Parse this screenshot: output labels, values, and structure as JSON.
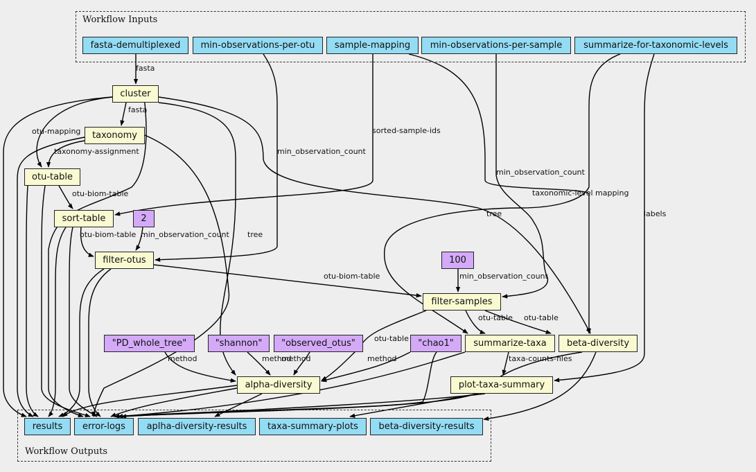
{
  "diagram": {
    "title": "Workflow",
    "clusters": {
      "inputs": {
        "label": "Workflow Inputs"
      },
      "outputs": {
        "label": "Workflow Outputs"
      }
    },
    "colors": {
      "io": "#94dcf4",
      "step": "#fafad2",
      "param": "#d4aaf8",
      "background": "#eeeeee",
      "edge": "#000000"
    },
    "nodes": [
      {
        "id": "fasta-demultiplexed",
        "label": "fasta-demultiplexed",
        "kind": "io"
      },
      {
        "id": "min-observations-per-otu",
        "label": "min-observations-per-otu",
        "kind": "io"
      },
      {
        "id": "sample-mapping",
        "label": "sample-mapping",
        "kind": "io"
      },
      {
        "id": "min-observations-per-sample",
        "label": "min-observations-per-sample",
        "kind": "io"
      },
      {
        "id": "summarize-for-taxonomic-levels",
        "label": "summarize-for-taxonomic-levels",
        "kind": "io"
      },
      {
        "id": "cluster",
        "label": "cluster",
        "kind": "step"
      },
      {
        "id": "taxonomy",
        "label": "taxonomy",
        "kind": "step"
      },
      {
        "id": "otu-table",
        "label": "otu-table",
        "kind": "step"
      },
      {
        "id": "sort-table",
        "label": "sort-table",
        "kind": "step"
      },
      {
        "id": "p-2",
        "label": "2",
        "kind": "param"
      },
      {
        "id": "filter-otus",
        "label": "filter-otus",
        "kind": "step"
      },
      {
        "id": "p-100",
        "label": "100",
        "kind": "param"
      },
      {
        "id": "filter-samples",
        "label": "filter-samples",
        "kind": "step"
      },
      {
        "id": "p-pd",
        "label": "\"PD_whole_tree\"",
        "kind": "param"
      },
      {
        "id": "p-shannon",
        "label": "\"shannon\"",
        "kind": "param"
      },
      {
        "id": "p-observed",
        "label": "\"observed_otus\"",
        "kind": "param"
      },
      {
        "id": "p-chao1",
        "label": "\"chao1\"",
        "kind": "param"
      },
      {
        "id": "summarize-taxa",
        "label": "summarize-taxa",
        "kind": "step"
      },
      {
        "id": "beta-diversity",
        "label": "beta-diversity",
        "kind": "step"
      },
      {
        "id": "alpha-diversity",
        "label": "alpha-diversity",
        "kind": "step"
      },
      {
        "id": "plot-taxa-summary",
        "label": "plot-taxa-summary",
        "kind": "step"
      },
      {
        "id": "results",
        "label": "results",
        "kind": "io"
      },
      {
        "id": "error-logs",
        "label": "error-logs",
        "kind": "io"
      },
      {
        "id": "aplha-diversity-results",
        "label": "aplha-diversity-results",
        "kind": "io"
      },
      {
        "id": "taxa-summary-plots",
        "label": "taxa-summary-plots",
        "kind": "io"
      },
      {
        "id": "beta-diversity-results",
        "label": "beta-diversity-results",
        "kind": "io"
      }
    ],
    "edges": [
      {
        "from": "fasta-demultiplexed",
        "to": "cluster",
        "label": "fasta"
      },
      {
        "from": "cluster",
        "to": "taxonomy",
        "label": "fasta"
      },
      {
        "from": "cluster",
        "to": "otu-table",
        "label": "otu-mapping"
      },
      {
        "from": "taxonomy",
        "to": "otu-table",
        "label": "taxonomy-assignment"
      },
      {
        "from": "otu-table",
        "to": "sort-table",
        "label": "otu-biom-table"
      },
      {
        "from": "sample-mapping",
        "to": "sort-table",
        "label": "sorted-sample-ids"
      },
      {
        "from": "sort-table",
        "to": "filter-otus",
        "label": "otu-biom-table"
      },
      {
        "from": "p-2",
        "to": "filter-otus",
        "label": "min_observation_count"
      },
      {
        "from": "min-observations-per-otu",
        "to": "filter-otus",
        "label": "min_observation_count"
      },
      {
        "from": "filter-otus",
        "to": "filter-samples",
        "label": "otu-biom-table"
      },
      {
        "from": "p-100",
        "to": "filter-samples",
        "label": "min_observation_count"
      },
      {
        "from": "min-observations-per-sample",
        "to": "filter-samples",
        "label": "min_observation_count"
      },
      {
        "from": "filter-samples",
        "to": "summarize-taxa",
        "label": "otu-table"
      },
      {
        "from": "filter-samples",
        "to": "beta-diversity",
        "label": "otu-table"
      },
      {
        "from": "filter-samples",
        "to": "alpha-diversity",
        "label": "otu-table"
      },
      {
        "from": "summarize-for-taxonomic-levels",
        "to": "summarize-taxa",
        "label": "taxonomic-level"
      },
      {
        "from": "sample-mapping",
        "to": "beta-diversity",
        "label": "mapping"
      },
      {
        "from": "cluster",
        "to": "beta-diversity",
        "label": "tree"
      },
      {
        "from": "cluster",
        "to": "alpha-diversity",
        "label": "tree"
      },
      {
        "from": "summarize-for-taxonomic-levels",
        "to": "plot-taxa-summary",
        "label": "labels"
      },
      {
        "from": "summarize-taxa",
        "to": "plot-taxa-summary",
        "label": "taxa-counts-files"
      },
      {
        "from": "p-pd",
        "to": "alpha-diversity",
        "label": "method"
      },
      {
        "from": "p-shannon",
        "to": "alpha-diversity",
        "label": "method"
      },
      {
        "from": "p-observed",
        "to": "alpha-diversity",
        "label": "method"
      },
      {
        "from": "p-chao1",
        "to": "alpha-diversity",
        "label": "method"
      },
      {
        "from": "alpha-diversity",
        "to": "aplha-diversity-results",
        "label": ""
      },
      {
        "from": "plot-taxa-summary",
        "to": "taxa-summary-plots",
        "label": ""
      },
      {
        "from": "beta-diversity",
        "to": "beta-diversity-results",
        "label": ""
      },
      {
        "from": "cluster",
        "to": "results",
        "label": ""
      },
      {
        "from": "taxonomy",
        "to": "results",
        "label": ""
      },
      {
        "from": "otu-table",
        "to": "results",
        "label": ""
      },
      {
        "from": "sort-table",
        "to": "results",
        "label": ""
      },
      {
        "from": "filter-otus",
        "to": "results",
        "label": ""
      },
      {
        "from": "alpha-diversity",
        "to": "results",
        "label": ""
      },
      {
        "from": "cluster",
        "to": "error-logs",
        "label": ""
      },
      {
        "from": "taxonomy",
        "to": "error-logs",
        "label": ""
      },
      {
        "from": "otu-table",
        "to": "error-logs",
        "label": ""
      },
      {
        "from": "sort-table",
        "to": "error-logs",
        "label": ""
      },
      {
        "from": "filter-otus",
        "to": "error-logs",
        "label": ""
      },
      {
        "from": "alpha-diversity",
        "to": "error-logs",
        "label": ""
      },
      {
        "from": "summarize-taxa",
        "to": "error-logs",
        "label": ""
      },
      {
        "from": "plot-taxa-summary",
        "to": "error-logs",
        "label": ""
      },
      {
        "from": "beta-diversity",
        "to": "error-logs",
        "label": ""
      },
      {
        "from": "filter-samples",
        "to": "error-logs",
        "label": ""
      }
    ]
  }
}
